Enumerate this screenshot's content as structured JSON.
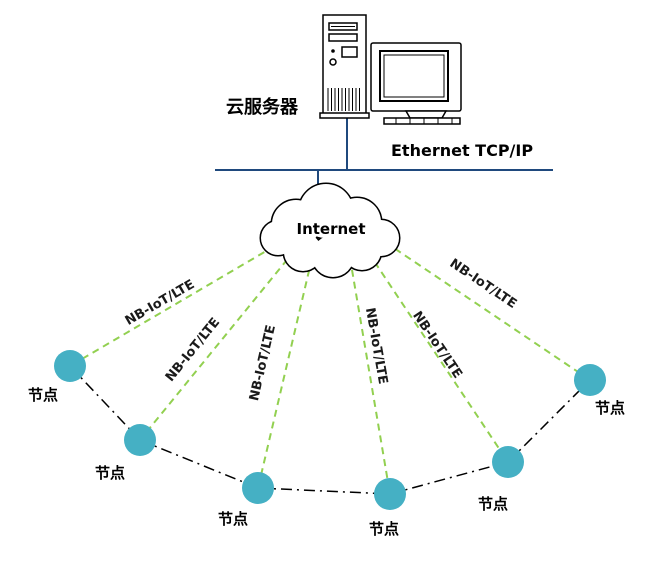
{
  "labels": {
    "cloud_server": "云服务器",
    "ethernet": "Ethernet TCP/IP",
    "internet": "Internet"
  },
  "links": [
    {
      "label": "NB-IoT/LTE"
    },
    {
      "label": "NB-IoT/LTE"
    },
    {
      "label": "NB-IoT/LTE"
    },
    {
      "label": "NB-IoT/LTE"
    },
    {
      "label": "NB-IoT/LTE"
    },
    {
      "label": "NB-IoT/LTE"
    }
  ],
  "nodes": [
    {
      "label": "节点"
    },
    {
      "label": "节点"
    },
    {
      "label": "节点"
    },
    {
      "label": "节点"
    },
    {
      "label": "节点"
    },
    {
      "label": "节点"
    }
  ],
  "colors": {
    "node_fill": "#45B0C4",
    "link_dashed": "#92D050",
    "bus_line": "#1F497D",
    "mesh_line": "#000000"
  }
}
